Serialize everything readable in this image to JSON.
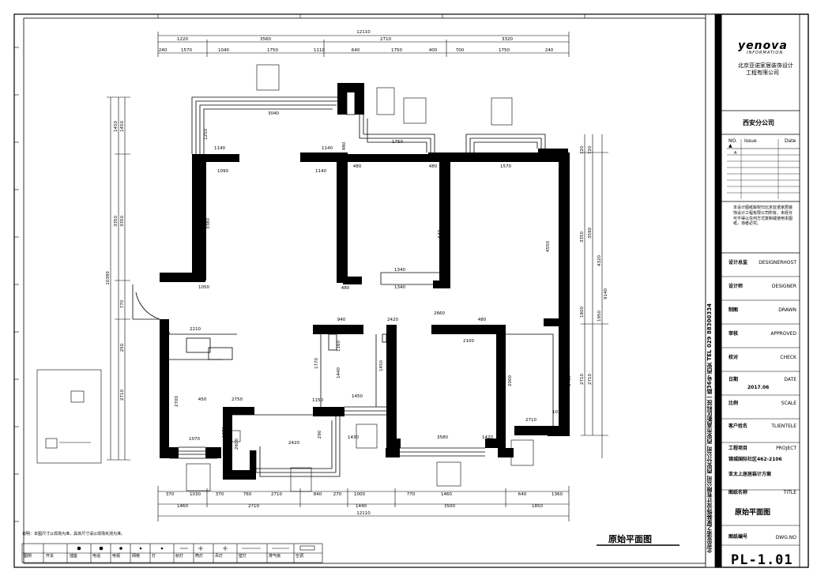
{
  "sheet": {
    "overall_width_top": "12110",
    "overall_width_bottom": "12110",
    "overall_height_left": "10380",
    "overall_height_right": "9140",
    "top_dims_row1": [
      "1220",
      "3560",
      "2710",
      "3320"
    ],
    "top_dims_row2": [
      "240",
      "1570",
      "1040",
      "1750",
      "1110",
      "640",
      "1750",
      "400",
      "700",
      "1750",
      "240"
    ],
    "bottom_dims_row1": [
      "370",
      "1030",
      "370",
      "760",
      "2710",
      "840",
      "270",
      "1000",
      "770",
      "1460",
      "640",
      "1360"
    ],
    "bottom_dims_row2": [
      "1460",
      "2710",
      "1440",
      "3500",
      "1850"
    ],
    "left_dims": [
      "1450",
      "3350",
      "1450",
      "3350",
      "770",
      "250",
      "2710"
    ],
    "right_dims_outer": [
      "720",
      "3350",
      "1800",
      "2710"
    ],
    "right_dims_inner": [
      "720",
      "3590",
      "4320",
      "1950",
      "2710"
    ],
    "interior_dims": [
      "3040",
      "1250",
      "1140",
      "1090",
      "1140",
      "1140",
      "480",
      "480",
      "1750",
      "1040",
      "480",
      "540",
      "3380",
      "4550",
      "1340",
      "1340",
      "480",
      "1570",
      "1050",
      "2210",
      "940",
      "2420",
      "1160",
      "1440",
      "2660",
      "480",
      "2100",
      "1450",
      "2000",
      "1460",
      "1770",
      "1450",
      "1450",
      "1150",
      "450",
      "2750",
      "1010",
      "1070",
      "2600",
      "1070",
      "2420",
      "1430",
      "290",
      "3580",
      "1420",
      "2710",
      "2700"
    ],
    "drawing_title": "原始平面图",
    "legend_note": "说明：本图尺寸以现场为准，具体尺寸请以现场实测为准。"
  },
  "legend": {
    "headers": [
      "图例",
      "开关",
      "插座",
      "电话",
      "电视",
      "网络",
      "灯",
      "射灯",
      "筒灯",
      "吊灯",
      "壁灯",
      "排气扇",
      "空调"
    ]
  },
  "title_block": {
    "brand": "yenova",
    "brand_sub": "INFORMATION",
    "company_line1": "北京亚诺家居装饰设计",
    "company_line2": "工程有限公司",
    "branch": "西安分公司",
    "rev_headers": [
      "NO.",
      "Issue",
      "Date"
    ],
    "rev_row": "A",
    "notes": "本设计图纸版权归北京亚诺家居装饰设计工程有限公司所有，未经许可不得以任何方式复制或使用本图纸，违者必究。",
    "rows": [
      {
        "cn": "设计总监",
        "en": "DESIGNERHOST",
        "value": ""
      },
      {
        "cn": "设计师",
        "en": "DESIGNER",
        "value": ""
      },
      {
        "cn": "制图",
        "en": "DRAWN",
        "value": ""
      },
      {
        "cn": "审核",
        "en": "APPROVED",
        "value": ""
      },
      {
        "cn": "校对",
        "en": "CHECK",
        "value": ""
      },
      {
        "cn": "日期",
        "en": "DATE",
        "value": "2017.06"
      },
      {
        "cn": "比例",
        "en": "SCALE",
        "value": ""
      },
      {
        "cn": "客户姓名",
        "en": "TLIENTELE",
        "value": ""
      },
      {
        "cn": "工程项目",
        "en": "PROJECT",
        "value": "锦城国际社区462-2106"
      },
      {
        "cn": "",
        "en": "",
        "value": "亚太上居居装计方案"
      },
      {
        "cn": "图纸名称",
        "en": "TITLE",
        "value": "原始平面图"
      },
      {
        "cn": "图纸编号",
        "en": "DWG.NO",
        "value": "PL-1.01"
      }
    ],
    "vertical_stamp": "北京亚诺之家装饰设计有限公司 西安分公司  西安市高新区科技一路36号  西安  TEL 029 88300334"
  }
}
